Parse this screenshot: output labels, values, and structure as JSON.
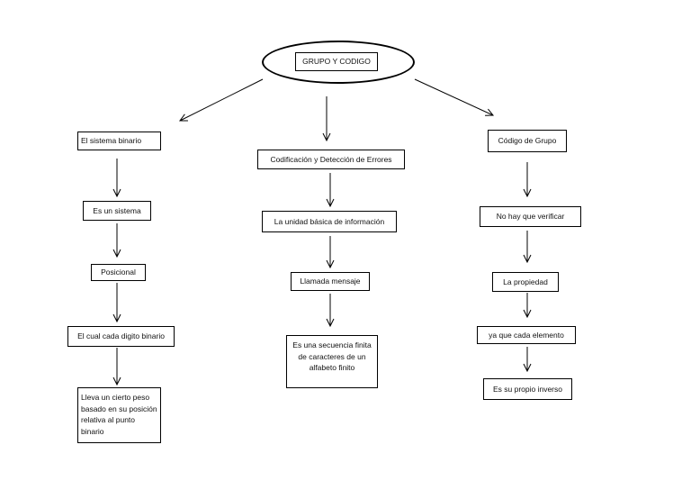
{
  "root": {
    "label": "GRUPO Y CODIGO"
  },
  "left_column": [
    "El sistema binario",
    "Es un sistema",
    "Posicional",
    "El cual cada digito binario",
    "Lleva un cierto peso basado en su posición relativa al punto binario"
  ],
  "middle_column": [
    "Codificación y Detección de Errores",
    "La unidad básica de información",
    "Llamada mensaje",
    "Es una secuencia finita de caracteres de un alfabeto finito"
  ],
  "right_column": [
    "Código de Grupo",
    "No hay que verificar",
    "La propiedad",
    "ya que cada elemento",
    "Es su propio inverso"
  ]
}
